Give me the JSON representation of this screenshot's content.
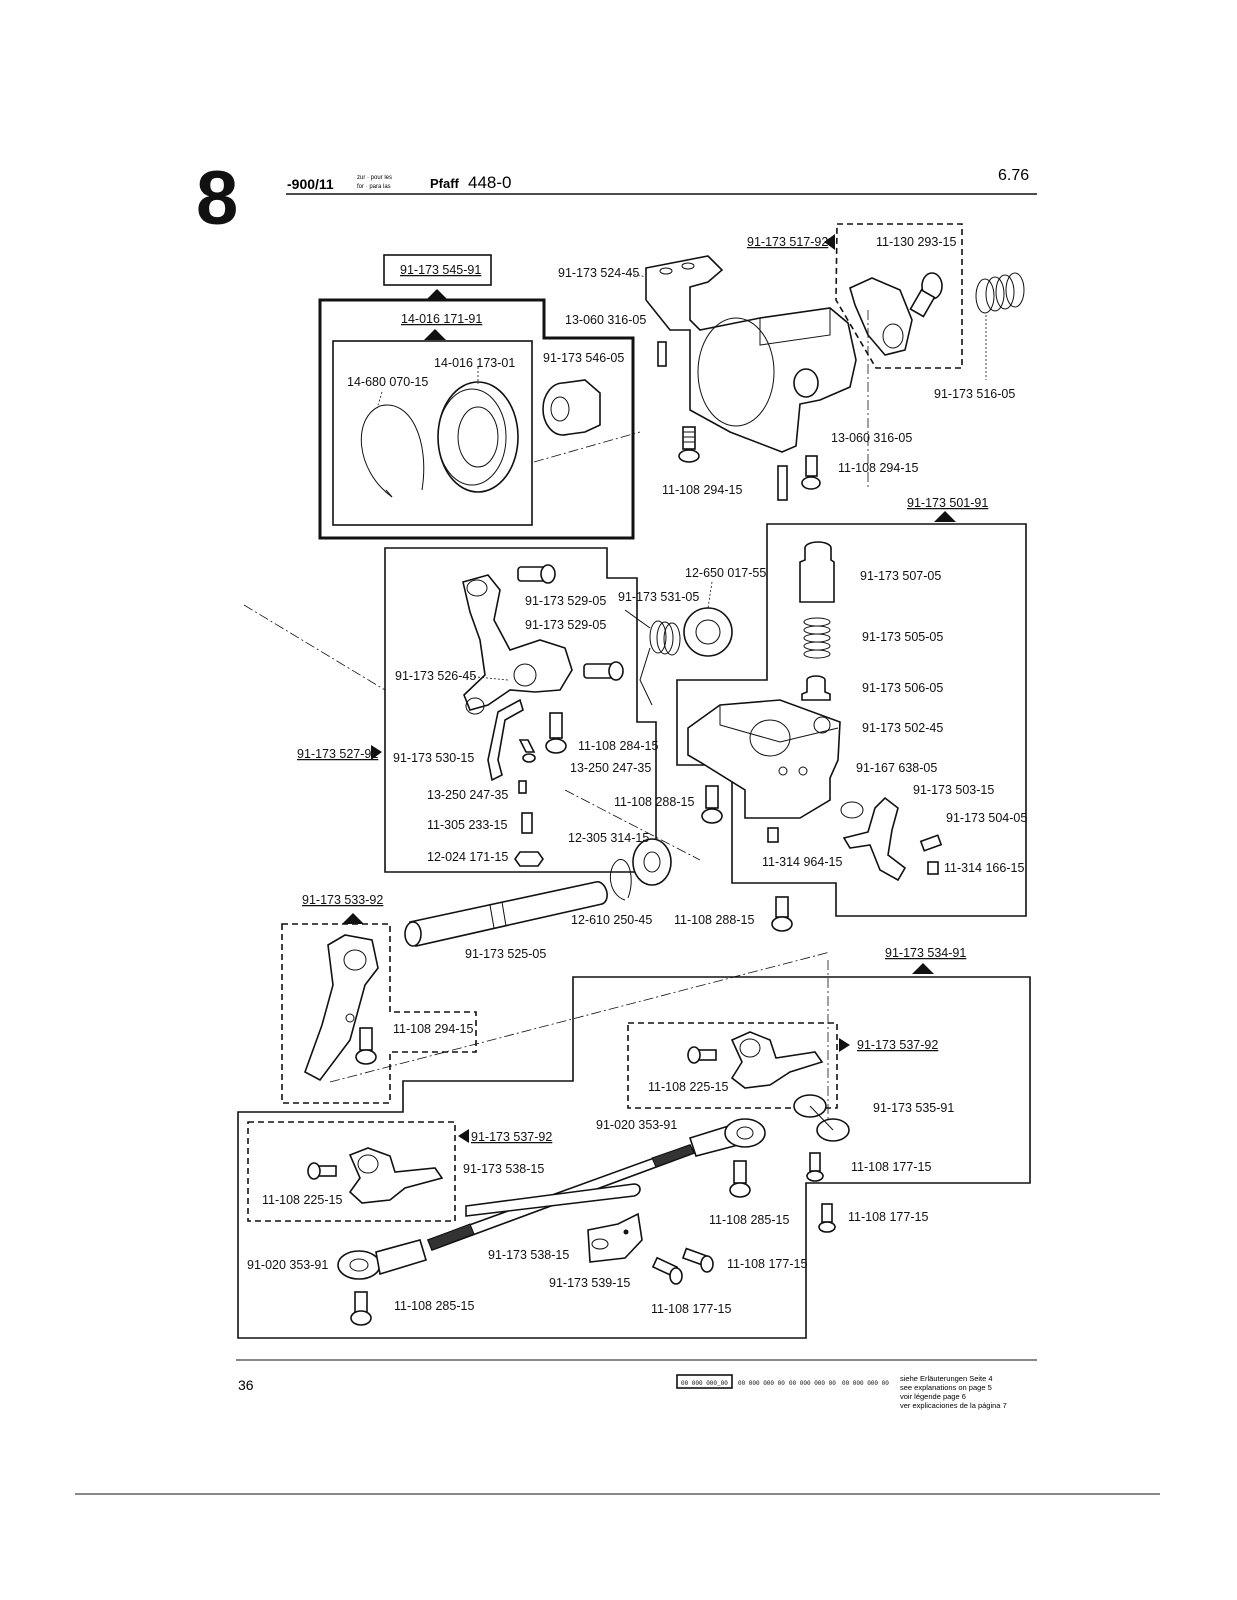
{
  "header": {
    "section_number": "8",
    "model_code": "-900/11",
    "lang_top": "zur · pour les",
    "lang_bottom": "for · para las",
    "model_name_prefix": "Pfaff",
    "model_name": "448-0",
    "date": "6.76"
  },
  "footer": {
    "page_number": "36",
    "legend_codes": [
      "00 000 000_00",
      "00 000 000 00",
      "00 000 000 00",
      "00 000 000 00"
    ],
    "explanations": [
      "siehe Erläuterungen Seite 4",
      "see explanations on page 5",
      "voir légende page 6",
      "ver explicaciones de la página 7"
    ]
  },
  "groups": {
    "g545": "91-173 545-91",
    "g171": "14-016 171-91",
    "g517": "91-173 517-92",
    "g501": "91-173 501-91",
    "g527": "91-173 527-91",
    "g533": "91-173 533-92",
    "g534": "91-173 534-91",
    "g537a": "91-173 537-92",
    "g537b": "91-173 537-92"
  },
  "labels": {
    "p524": "91-173 524-45",
    "p316a": "13-060 316-05",
    "p546": "91-173 546-05",
    "p173": "14-016 173-01",
    "p070": "14-680 070-15",
    "p293": "11-130 293-15",
    "p516": "91-173 516-05",
    "p316b": "13-060 316-05",
    "p294a": "11-108 294-15",
    "p294b": "11-108 294-15",
    "p017": "12-650 017-55",
    "p507": "91-173 507-05",
    "p529a": "91-173 529-05",
    "p531": "91-173 531-05",
    "p529b": "91-173 529-05",
    "p505": "91-173 505-05",
    "p526": "91-173 526-45",
    "p506": "91-173 506-05",
    "p502": "91-173 502-45",
    "p284": "11-108 284-15",
    "p530": "91-173 530-15",
    "p247a": "13-250 247-35",
    "p638": "91-167 638-05",
    "p503": "91-173 503-15",
    "p247b": "13-250 247-35",
    "p288a": "11-108 288-15",
    "p504": "91-173 504-05",
    "p233": "11-305 233-15",
    "p314": "12-305 314-15",
    "p171": "12-024 171-15",
    "p964": "11-314 964-15",
    "p166": "11-314 166-15",
    "p250": "12-610 250-45",
    "p288b": "11-108 288-15",
    "p525": "91-173 525-05",
    "p294c": "11-108 294-15",
    "p225a": "11-108 225-15",
    "p535": "91-173 535-91",
    "p353a": "91-020 353-91",
    "p538a": "91-173 538-15",
    "p177a": "11-108 177-15",
    "p225b": "11-108 225-15",
    "p285a": "11-108 285-15",
    "p177b": "11-108 177-15",
    "p353b": "91-020 353-91",
    "p538b": "91-173 538-15",
    "p539": "91-173 539-15",
    "p177c": "11-108 177-15",
    "p177d": "11-108 177-15",
    "p285b": "11-108 285-15"
  }
}
